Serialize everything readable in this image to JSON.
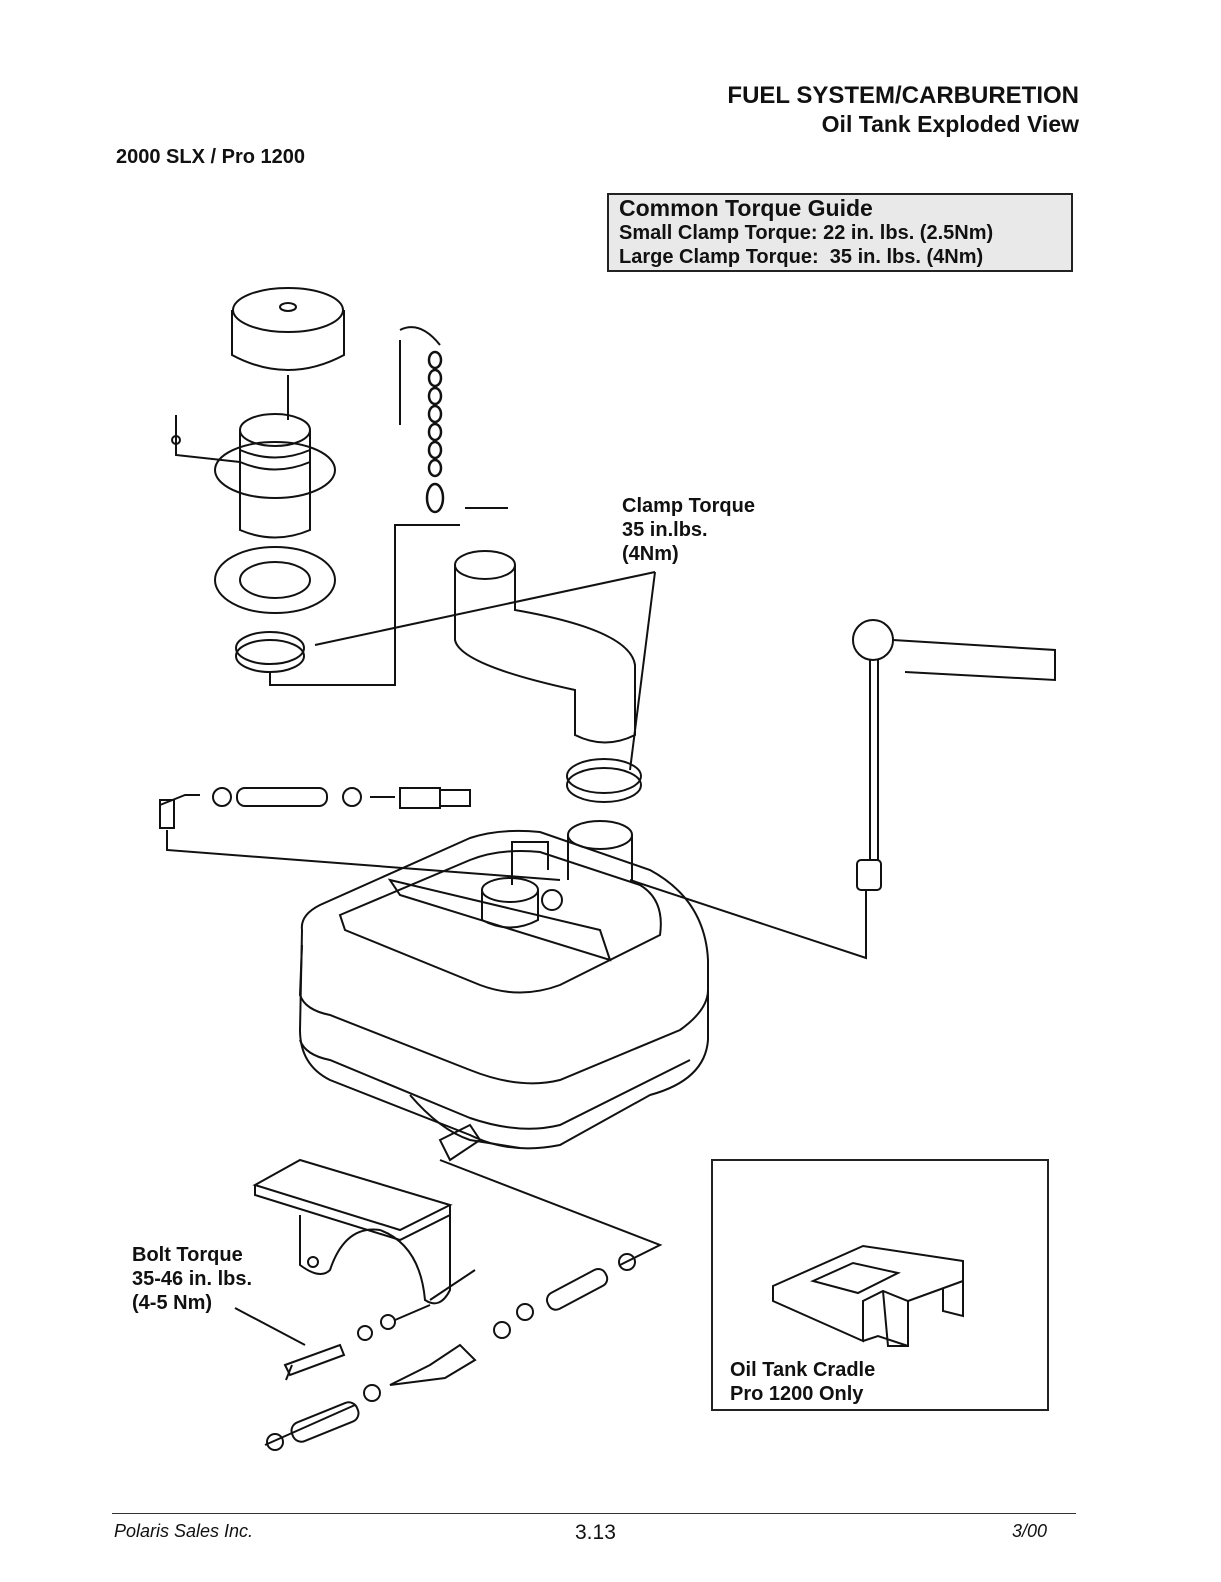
{
  "header": {
    "section": "FUEL SYSTEM/CARBURETION",
    "subsection": "Oil Tank Exploded View",
    "model": "2000 SLX / Pro 1200"
  },
  "torque_guide": {
    "title": "Common Torque Guide",
    "lines": [
      "Small Clamp Torque: 22 in. lbs. (2.5Nm)",
      "Large Clamp Torque:  35 in. lbs. (4Nm)"
    ]
  },
  "callouts": {
    "clamp": [
      "Clamp Torque",
      "35 in.lbs.",
      "(4Nm)"
    ],
    "bolt": [
      "Bolt Torque",
      "35-46 in. lbs.",
      "(4-5 Nm)"
    ]
  },
  "inset": {
    "lines": [
      "Oil Tank Cradle",
      "Pro 1200 Only"
    ]
  },
  "footer": {
    "company": "Polaris Sales Inc.",
    "page": "3.13",
    "date": "3/00"
  }
}
